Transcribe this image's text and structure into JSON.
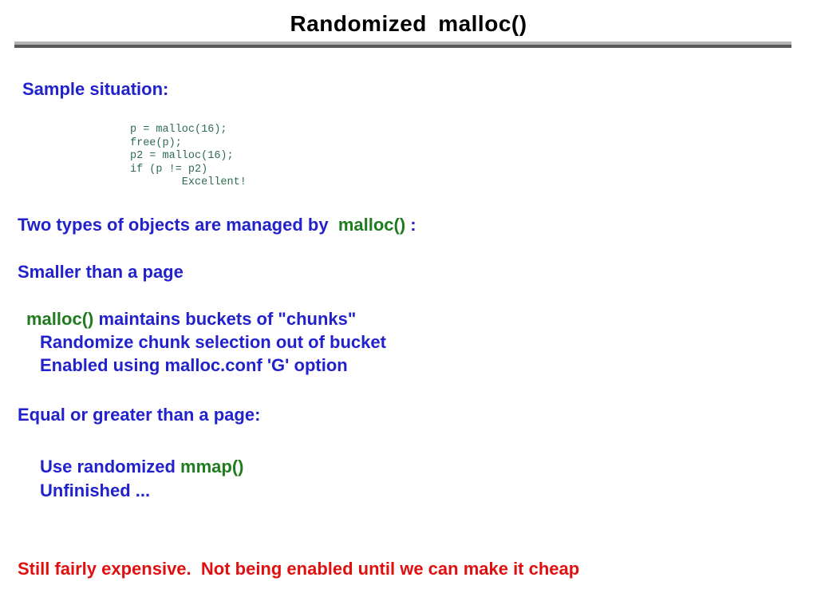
{
  "slide": {
    "title": "Randomized malloc()",
    "sample_label": "Sample situation:",
    "code": {
      "lines": [
        "p = malloc(16);",
        "free(p);",
        "p2 = malloc(16);",
        "if (p != p2)",
        "        Excellent!"
      ],
      "joined": "p = malloc(16);\nfree(p);\np2 = malloc(16);\nif (p != p2)\n        Excellent!"
    },
    "two_types": {
      "before": "Two types of objects are managed by  ",
      "keyword": "malloc()",
      "after": " :"
    },
    "smaller_heading": "Smaller than a page",
    "small_bullet_1": {
      "keyword": "malloc()",
      "after": " maintains buckets of \"chunks\""
    },
    "small_bullet_2": "Randomize chunk selection out of bucket",
    "small_bullet_3": "Enabled using malloc.conf 'G' option",
    "equal_heading": "Equal or greater than a page:",
    "large_bullet_1": {
      "before": "Use randomized ",
      "keyword": "mmap()"
    },
    "large_bullet_2": "Unfinished ...",
    "footer": "Still fairly expensive.  Not being enabled until we can make it cheap",
    "colors": {
      "body_blue": "#2222cc",
      "keyword_green": "#1e7b1e",
      "code_green": "#2e6b50",
      "warning_red": "#e01010",
      "rule_light_gray": "#b3b3b3",
      "rule_dark_gray": "#595959",
      "title_black": "#000000"
    }
  }
}
